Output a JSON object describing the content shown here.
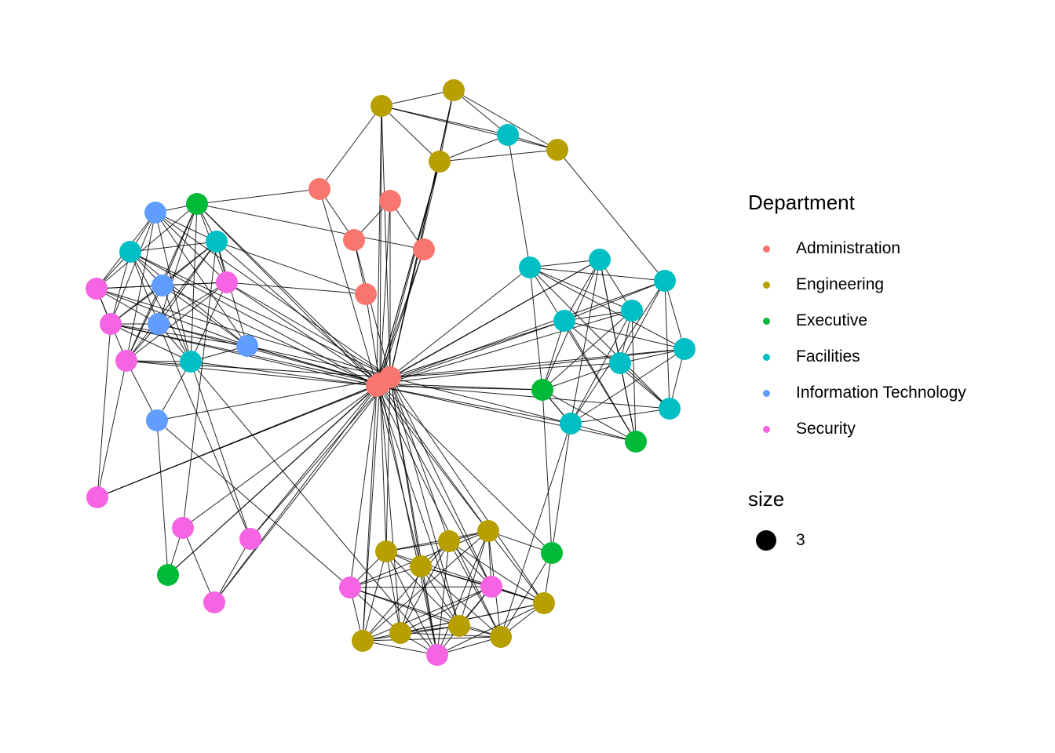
{
  "legend": {
    "title": "Department",
    "items": [
      {
        "label": "Administration",
        "color": "#F8766D"
      },
      {
        "label": "Engineering",
        "color": "#B79F00"
      },
      {
        "label": "Executive",
        "color": "#00BA38"
      },
      {
        "label": "Facilities",
        "color": "#00BFC4"
      },
      {
        "label": "Information Technology",
        "color": "#619CFF"
      },
      {
        "label": "Security",
        "color": "#F564E3"
      }
    ]
  },
  "size_legend": {
    "title": "size",
    "value": "3"
  }
}
